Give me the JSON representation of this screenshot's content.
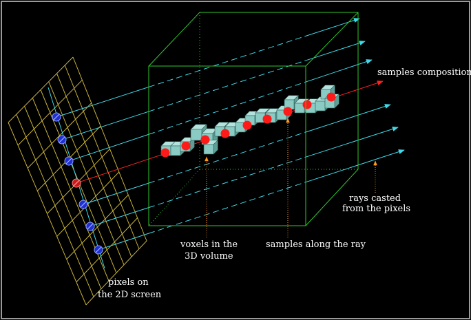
{
  "colors": {
    "background": "#000000",
    "frame": "#9a9a9a",
    "grid": "#c8b23a",
    "volume_edges": "#2ec82e",
    "ray": "#40d8e8",
    "central_ray": "#ff2020",
    "pixel_sample": "#2030d0",
    "sample": "#ff1a1a",
    "voxel": "#8acbc3",
    "leader": "#ff9a1a"
  },
  "labels": {
    "samples_composition": "samples composition",
    "rays_casted_line1": "rays casted",
    "rays_casted_line2": "from the pixels",
    "voxels_line1": "voxels in the",
    "voxels_line2": "3D volume",
    "samples_along_ray": "samples along the ray",
    "pixels_line1": "pixels on",
    "pixels_line2": "the 2D screen"
  }
}
